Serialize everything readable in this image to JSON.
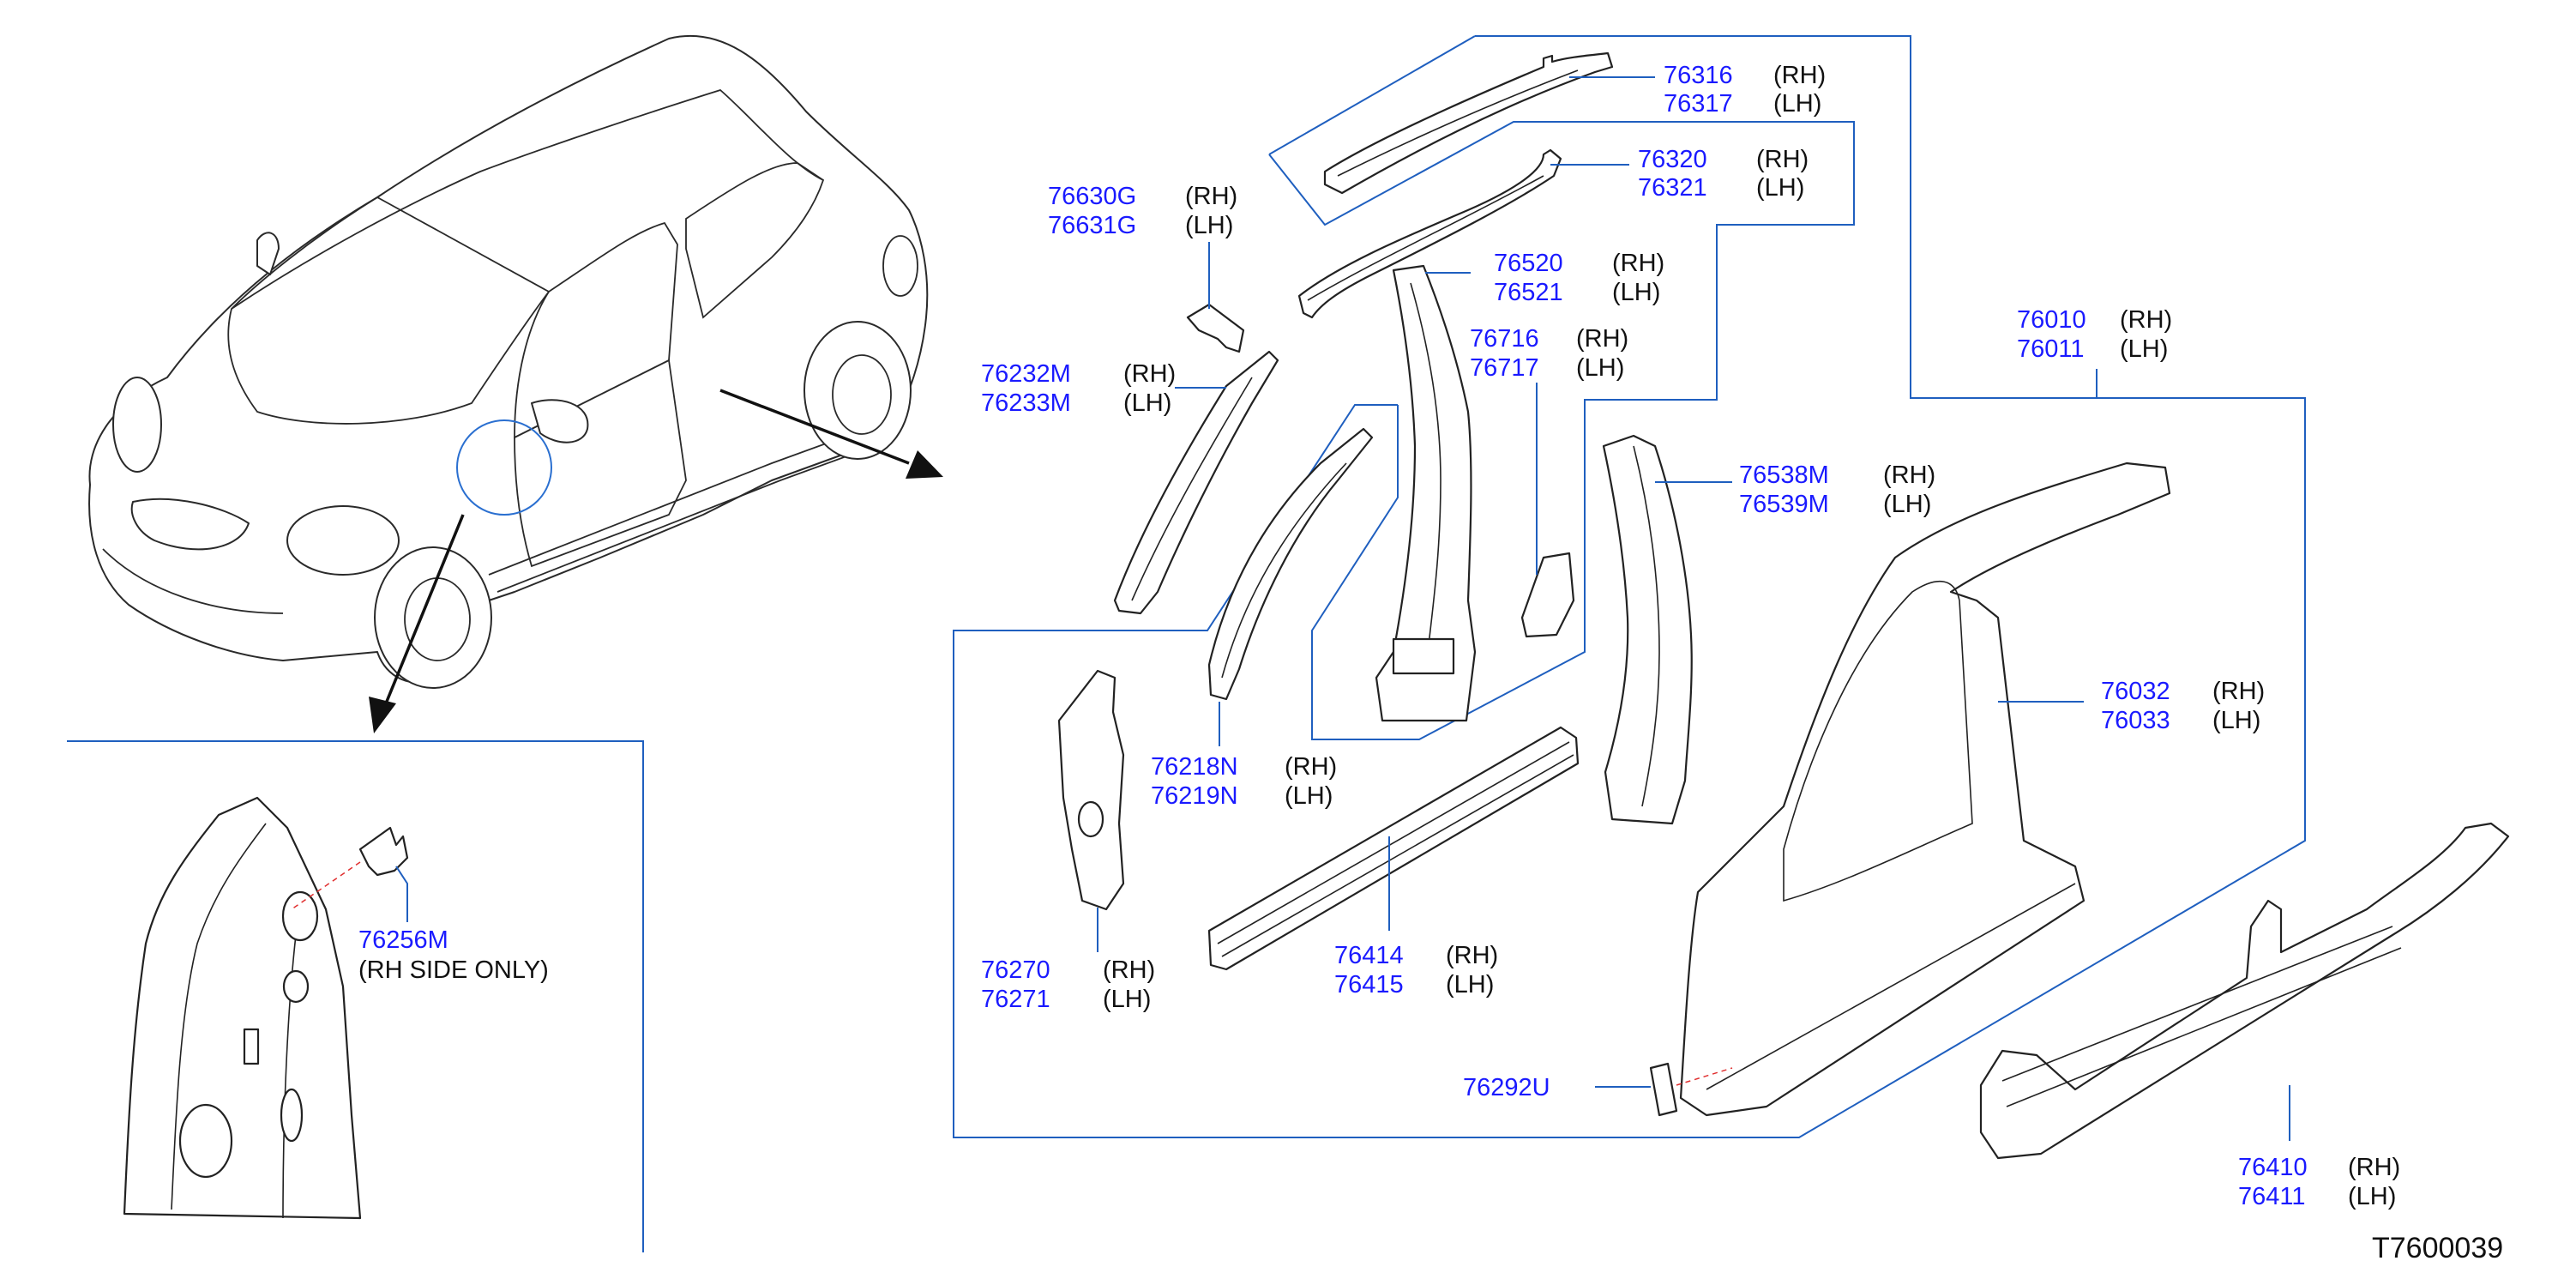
{
  "diagram_ref": "T7600039",
  "callouts": [
    {
      "id": "c76316",
      "upper": "76316",
      "upper_side": "(RH)",
      "lower": "76317",
      "lower_side": "(LH)"
    },
    {
      "id": "c76320",
      "upper": "76320",
      "upper_side": "(RH)",
      "lower": "76321",
      "lower_side": "(LH)"
    },
    {
      "id": "c76630G",
      "upper": "76630G",
      "upper_side": "(RH)",
      "lower": "76631G",
      "lower_side": "(LH)"
    },
    {
      "id": "c76520",
      "upper": "76520",
      "upper_side": "(RH)",
      "lower": "76521",
      "lower_side": "(LH)"
    },
    {
      "id": "c76716",
      "upper": "76716",
      "upper_side": "(RH)",
      "lower": "76717",
      "lower_side": "(LH)"
    },
    {
      "id": "c76010",
      "upper": "76010",
      "upper_side": "(RH)",
      "lower": "76011",
      "lower_side": "(LH)"
    },
    {
      "id": "c76232M",
      "upper": "76232M",
      "upper_side": "(RH)",
      "lower": "76233M",
      "lower_side": "(LH)"
    },
    {
      "id": "c76538M",
      "upper": "76538M",
      "upper_side": "(RH)",
      "lower": "76539M",
      "lower_side": "(LH)"
    },
    {
      "id": "c76032",
      "upper": "76032",
      "upper_side": "(RH)",
      "lower": "76033",
      "lower_side": "(LH)"
    },
    {
      "id": "c76218N",
      "upper": "76218N",
      "upper_side": "(RH)",
      "lower": "76219N",
      "lower_side": "(LH)"
    },
    {
      "id": "c76270",
      "upper": "76270",
      "upper_side": "(RH)",
      "lower": "76271",
      "lower_side": "(LH)"
    },
    {
      "id": "c76414",
      "upper": "76414",
      "upper_side": "(RH)",
      "lower": "76415",
      "lower_side": "(LH)"
    },
    {
      "id": "c76410",
      "upper": "76410",
      "upper_side": "(RH)",
      "lower": "76411",
      "lower_side": "(LH)"
    }
  ],
  "single_callouts": {
    "clip": {
      "number": "76256M",
      "note": "(RH   SIDE   ONLY)"
    },
    "bracket": {
      "number": "76292U"
    }
  },
  "colors": {
    "part_number": "#1a1aff",
    "frame_line": "#1f5fbf",
    "line_art": "#222222"
  }
}
